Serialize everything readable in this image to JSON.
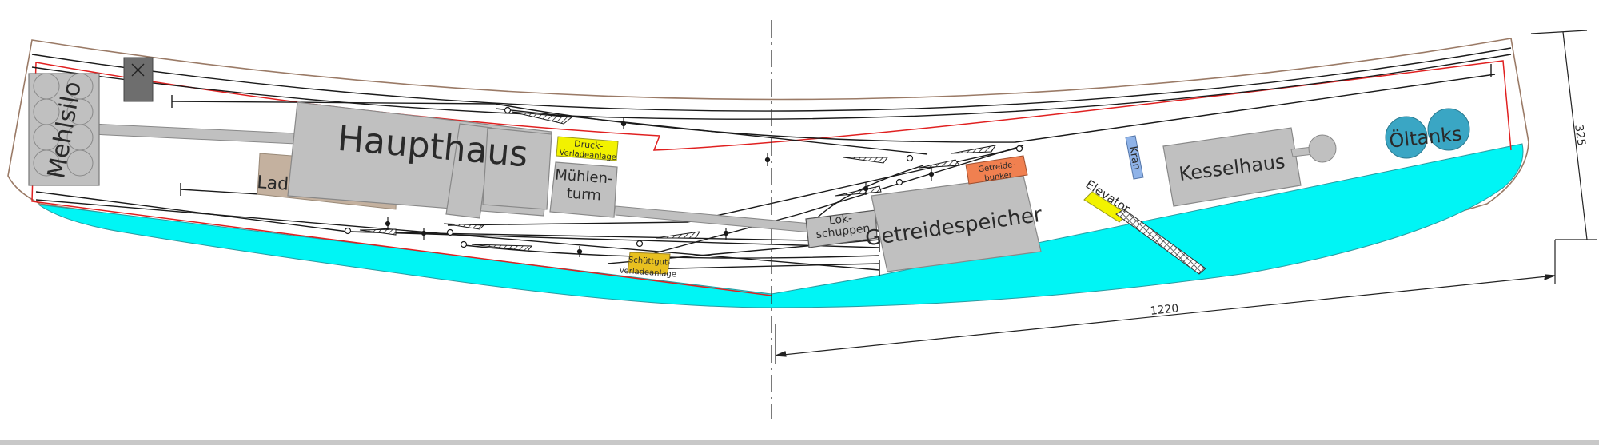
{
  "labels": {
    "mehlsilo": "Mehlsilo",
    "haupthaus": "Haupthaus",
    "laderampe": "Laderampe",
    "druck_line1": "Druck-",
    "druck_line2": "Verladeanlage",
    "muehlen_line1": "Mühlen-",
    "muehlen_line2": "turm",
    "lok_line1": "Lok-",
    "lok_line2": "schuppen",
    "getreidespeicher": "Getreidespeicher",
    "bunker_line1": "Getreide-",
    "bunker_line2": "bunker",
    "schuett_line1": "Schüttgut-",
    "schuett_line2": "Verladeanlage",
    "kran": "Kran",
    "elevator": "Elevator",
    "kesselhaus": "Kesselhaus",
    "oeltanks": "Öltanks"
  },
  "dimensions": {
    "length": "1220",
    "depth": "325"
  },
  "colors": {
    "water": "#00f5f5",
    "building": "#c0c0c0",
    "loading_ramp": "#c4b19f",
    "loading_yellow": "#f2f200",
    "bunker_orange": "#f08050",
    "crane_blue": "#8fb3e8",
    "oil_tank": "#3aa6c4",
    "boundary_red": "#e02020",
    "dark_block": "#6e6e6e"
  }
}
